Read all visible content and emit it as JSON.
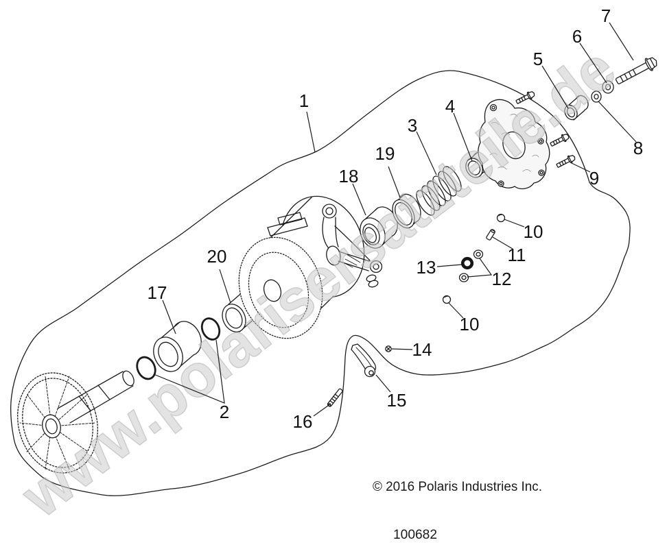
{
  "diagram": {
    "watermark": "www.polarisersatzteile.de",
    "copyright": "© 2016 Polaris Industries Inc.",
    "part_number": "100682",
    "line_color": "#1c1c1c",
    "watermark_color": "#cccccc",
    "background_color": "#ffffff"
  },
  "callouts": {
    "c1": {
      "number": "1"
    },
    "c2": {
      "number": "2"
    },
    "c3": {
      "number": "3"
    },
    "c4": {
      "number": "4"
    },
    "c5": {
      "number": "5"
    },
    "c6": {
      "number": "6"
    },
    "c7": {
      "number": "7"
    },
    "c8": {
      "number": "8"
    },
    "c9": {
      "number": "9"
    },
    "c10a": {
      "number": "10"
    },
    "c10b": {
      "number": "10"
    },
    "c11": {
      "number": "11"
    },
    "c12": {
      "number": "12"
    },
    "c13": {
      "number": "13"
    },
    "c14": {
      "number": "14"
    },
    "c15": {
      "number": "15"
    },
    "c16": {
      "number": "16"
    },
    "c17": {
      "number": "17"
    },
    "c18": {
      "number": "18"
    },
    "c19": {
      "number": "19"
    },
    "c20": {
      "number": "20"
    }
  }
}
